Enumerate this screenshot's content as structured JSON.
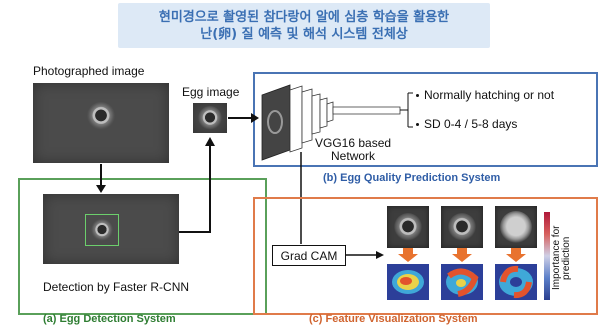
{
  "title": {
    "line1": "현미경으로 촬영된 참다랑어 알에 심층 학습을 활용한",
    "line2": "난(卵) 질 예측 및 해석 시스템 전체상"
  },
  "detection": {
    "photographed_label": "Photographed image",
    "detection_label": "Detection by Faster R-CNN",
    "caption": "(a) Egg Detection System",
    "frame_color": "#5aa05a"
  },
  "egg_image_label": "Egg image",
  "prediction": {
    "network_label_line1": "VGG16 based",
    "network_label_line2": "Network",
    "outputs": [
      "Normally hatching or not",
      "SD 0-4 / 5-8 days"
    ],
    "caption": "(b) Egg Quality Prediction System",
    "frame_color": "#4a74b4"
  },
  "visualization": {
    "gradcam_label": "Grad CAM",
    "importance_label": "Importance for prediction",
    "caption": "(c) Feature Visualization System",
    "frame_color": "#e07b4a"
  },
  "colors": {
    "title_band": "#dde9f6",
    "title_text": "#3a6fb3",
    "caption_a": "#2e7d32",
    "caption_b": "#2f5da6",
    "caption_c": "#d0632e",
    "arrow_orange": "#e8732f"
  }
}
